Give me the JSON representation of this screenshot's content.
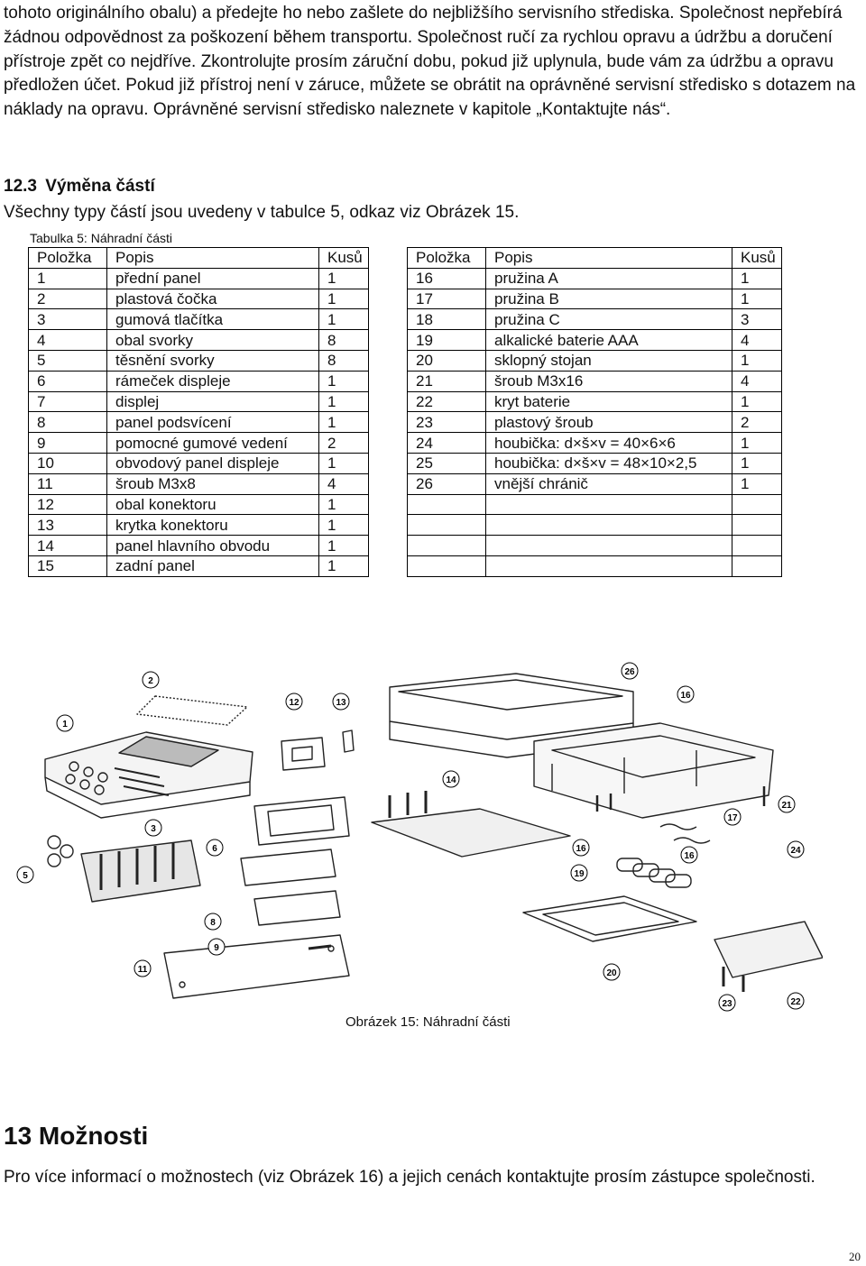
{
  "intro_text": "tohoto originálního obalu) a předejte ho nebo zašlete do nejbližšího servisního střediska. Společnost nepřebírá žádnou odpovědnost za poškození během transportu. Společnost ručí za rychlou opravu a údržbu a doručení přístroje zpět co nejdříve. Zkontrolujte prosím záruční dobu, pokud již uplynula, bude vám za údržbu a opravu předložen účet. Pokud již přístroj není v záruce, můžete se obrátit na oprávněné servisní středisko s dotazem na náklady na opravu. Oprávněné servisní středisko naleznete v kapitole „Kontaktujte nás“.",
  "section_12_3": {
    "number": "12.3",
    "title": "Výměna částí",
    "intro": "Všechny typy částí jsou uvedeny v tabulce 5, odkaz viz Obrázek 15.",
    "table_caption": "Tabulka 5: Náhradní části",
    "columns": [
      "Položka",
      "Popis",
      "Kusů"
    ],
    "rows_left": [
      [
        "1",
        "přední panel",
        "1"
      ],
      [
        "2",
        "plastová čočka",
        "1"
      ],
      [
        "3",
        "gumová tlačítka",
        "1"
      ],
      [
        "4",
        "obal svorky",
        "8"
      ],
      [
        "5",
        "těsnění svorky",
        "8"
      ],
      [
        "6",
        "rámeček displeje",
        "1"
      ],
      [
        "7",
        "displej",
        "1"
      ],
      [
        "8",
        "panel podsvícení",
        "1"
      ],
      [
        "9",
        "pomocné gumové vedení",
        "2"
      ],
      [
        "10",
        "obvodový panel displeje",
        "1"
      ],
      [
        "11",
        "šroub M3x8",
        "4"
      ],
      [
        "12",
        "obal konektoru",
        "1"
      ],
      [
        "13",
        "krytka konektoru",
        "1"
      ],
      [
        "14",
        "panel hlavního obvodu",
        "1"
      ],
      [
        "15",
        "zadní panel",
        "1"
      ]
    ],
    "rows_right": [
      [
        "16",
        "pružina A",
        "1"
      ],
      [
        "17",
        "pružina B",
        "1"
      ],
      [
        "18",
        "pružina C",
        "3"
      ],
      [
        "19",
        "alkalické baterie AAA",
        "4"
      ],
      [
        "20",
        "sklopný stojan",
        "1"
      ],
      [
        "21",
        "šroub M3x16",
        "4"
      ],
      [
        "22",
        "kryt baterie",
        "1"
      ],
      [
        "23",
        "plastový šroub",
        "2"
      ],
      [
        "24",
        "houbička: d×š×v = 40×6×6",
        "1"
      ],
      [
        "25",
        "houbička: d×š×v = 48×10×2,5",
        "1"
      ],
      [
        "26",
        "vnější chránič",
        "1"
      ],
      [
        "",
        "",
        ""
      ],
      [
        "",
        "",
        ""
      ],
      [
        "",
        "",
        ""
      ],
      [
        "",
        "",
        ""
      ]
    ],
    "figure_labels": [
      "1",
      "2",
      "3",
      "5",
      "6",
      "8",
      "9",
      "11",
      "12",
      "13",
      "14",
      "16",
      "17",
      "19",
      "20",
      "21",
      "22",
      "23",
      "24",
      "26",
      "16",
      "16"
    ],
    "figure_caption": "Obrázek 15: Náhradní části"
  },
  "section_13": {
    "heading": "13 Možnosti",
    "text": "Pro více informací o možnostech (viz Obrázek 16) a jejich cenách kontaktujte prosím zástupce společnosti."
  },
  "page_number": "20"
}
